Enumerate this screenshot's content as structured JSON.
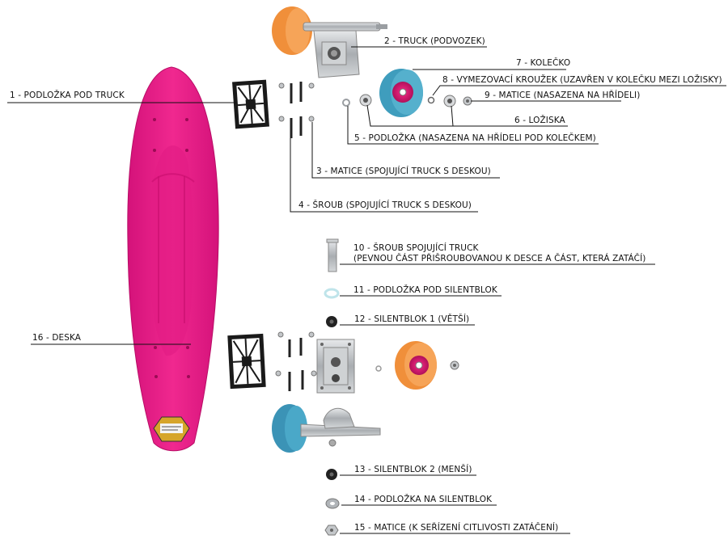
{
  "colors": {
    "deck": "#ec1a86",
    "deck_shade": "#c80e6e",
    "wheel_orange": "#f49a45",
    "wheel_blue": "#3f9dbd",
    "wheel_hub_pink": "#e8247d",
    "truck_metal": "#bfc3c6",
    "leader_line": "#111111"
  },
  "labels": [
    {
      "id": "1",
      "text": "1 - PODLOŽKA POD TRUCK"
    },
    {
      "id": "2",
      "text": "2 - TRUCK (PODVOZEK)"
    },
    {
      "id": "3",
      "text": "3 - MATICE (SPOJUJÍCÍ TRUCK S DESKOU)"
    },
    {
      "id": "4",
      "text": "4 - ŠROUB (SPOJUJÍCÍ TRUCK S DESKOU)"
    },
    {
      "id": "5",
      "text": "5 - PODLOŽKA (NASAZENA NA HŘÍDELI POD KOLEČKEM)"
    },
    {
      "id": "6",
      "text": "6 - LOŽISKA"
    },
    {
      "id": "7",
      "text": "7 - KOLEČKO"
    },
    {
      "id": "8",
      "text": "8 - VYMEZOVACÍ KROUŽEK (UZAVŘEN V KOLEČKU MEZI LOŽISKY)"
    },
    {
      "id": "9",
      "text": "9 - MATICE (NASAZENA NA HŘÍDELI)"
    },
    {
      "id": "10",
      "text": "10 - ŠROUB SPOJUJÍCÍ TRUCK",
      "text2": "(PEVNOU ČÁST PŘIŠROUBOVANOU K DESCE A ČÁST, KTERÁ ZATÁČÍ)"
    },
    {
      "id": "11",
      "text": "11 - PODLOŽKA POD SILENTBLOK"
    },
    {
      "id": "12",
      "text": "12 - SILENTBLOK 1 (VĚTŠÍ)"
    },
    {
      "id": "13",
      "text": "13 - SILENTBLOK 2 (MENŠÍ)"
    },
    {
      "id": "14",
      "text": "14 - PODLOŽKA NA SILENTBLOK"
    },
    {
      "id": "15",
      "text": "15 - MATICE (K SEŘÍZENÍ CITLIVOSTI ZATÁČENÍ)"
    },
    {
      "id": "16",
      "text": "16 - DESKA"
    }
  ]
}
